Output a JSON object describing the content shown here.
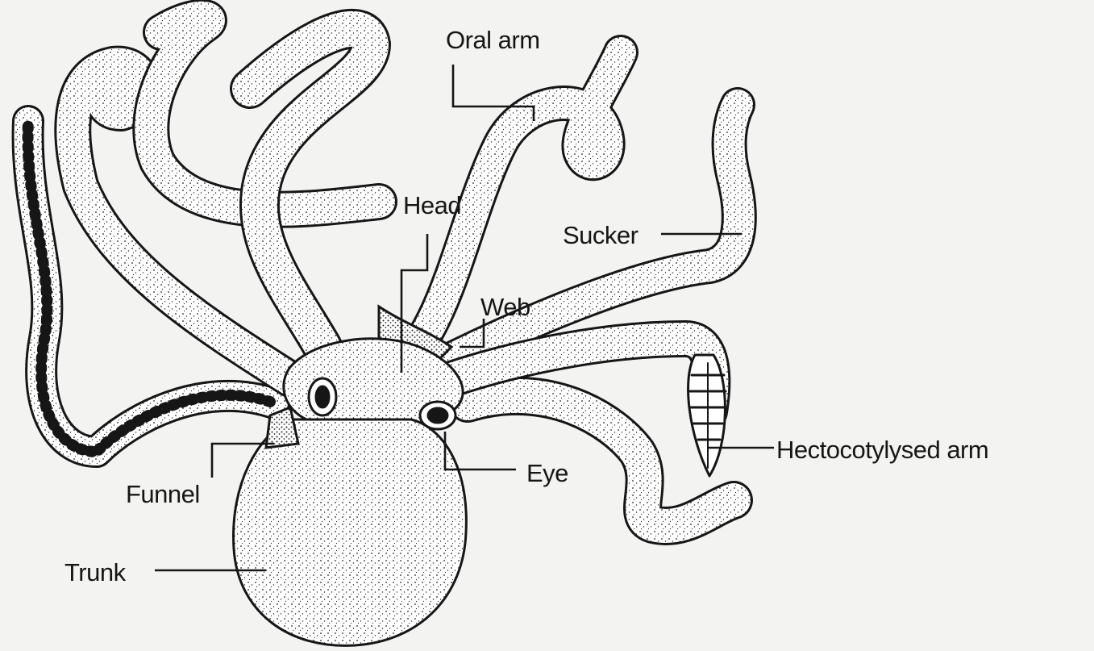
{
  "labels": {
    "oral_arm": "Oral arm",
    "head": "Head",
    "sucker": "Sucker",
    "web": "Web",
    "hectocotylysed_arm": "Hectocotylysed arm",
    "eye": "Eye",
    "funnel": "Funnel",
    "trunk": "Trunk"
  },
  "colors": {
    "ink": "#161616",
    "paper": "#f3f3f1",
    "body": "#ffffff"
  }
}
